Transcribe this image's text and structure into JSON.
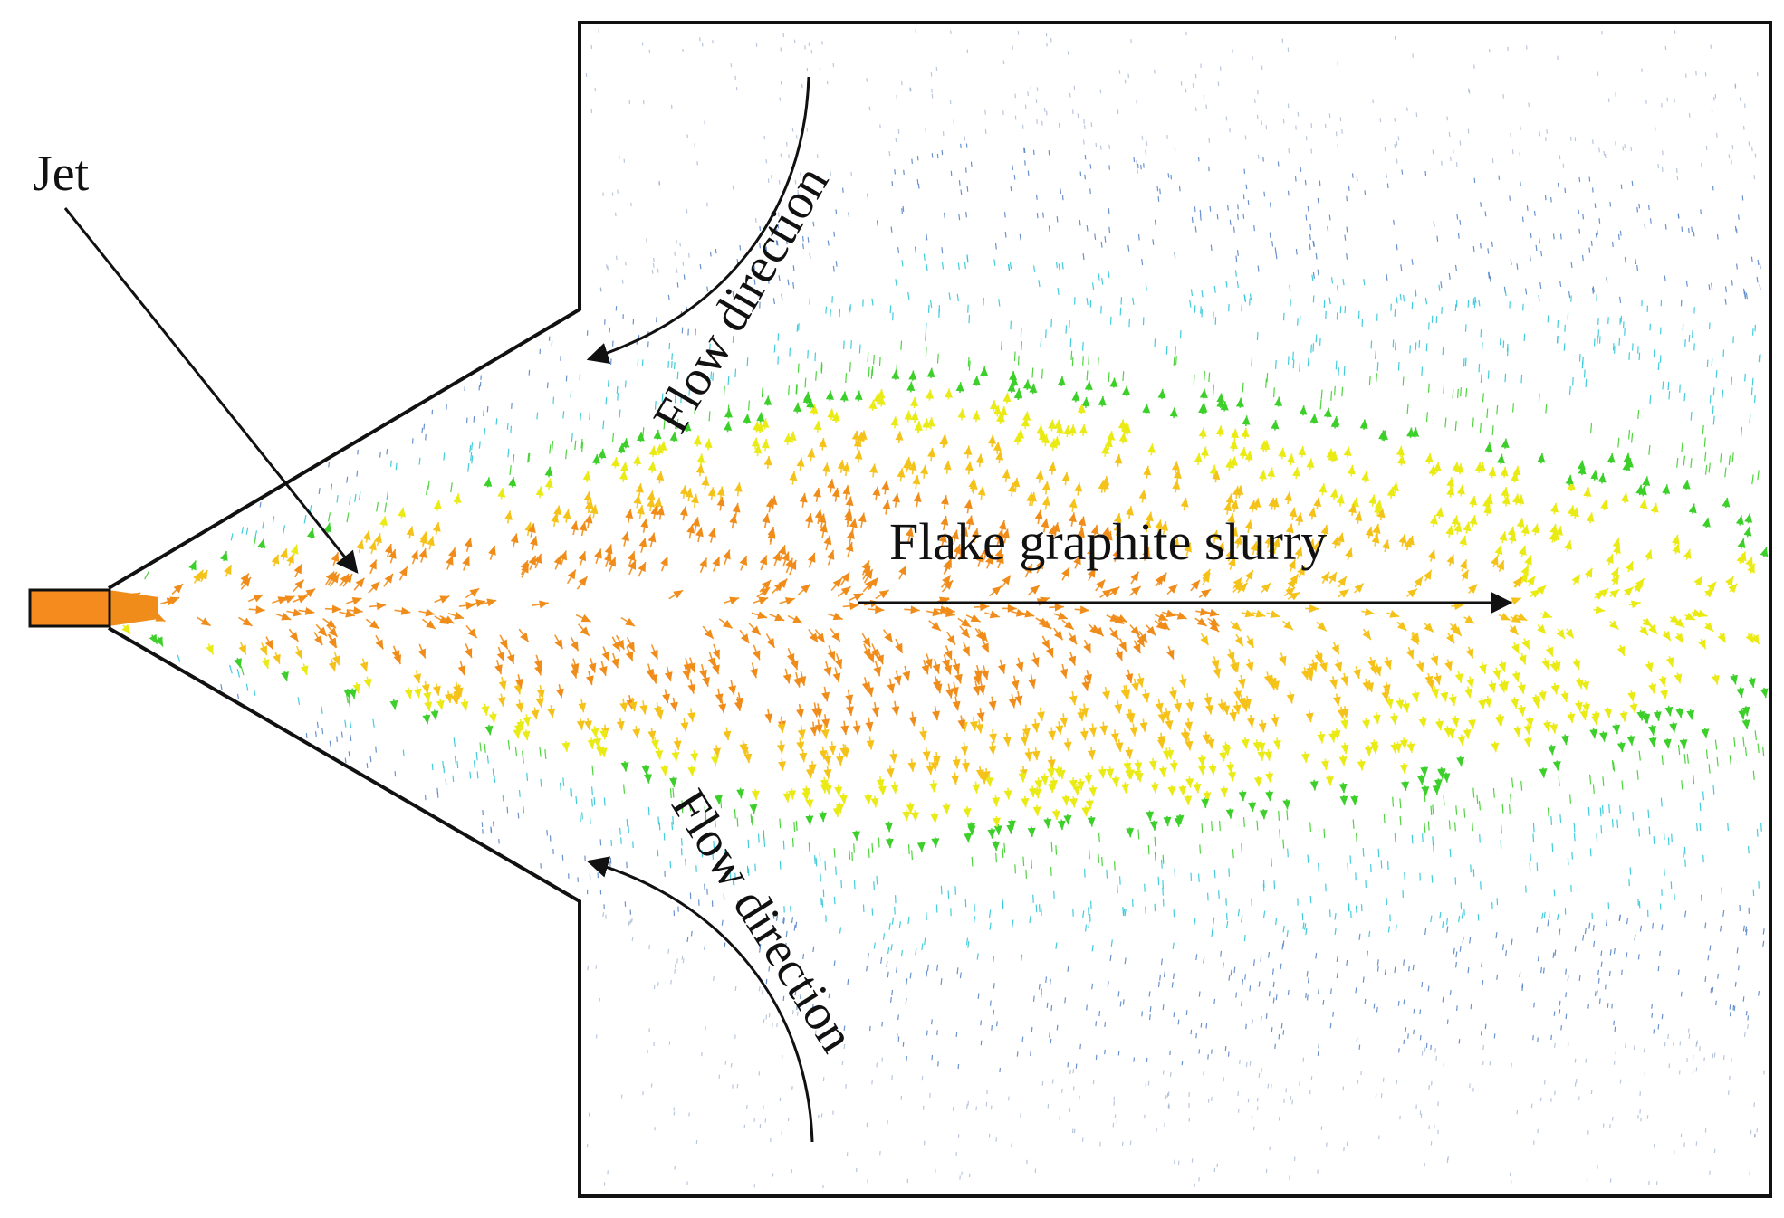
{
  "labels": {
    "jet": "Jet",
    "flow_top": "Flow direction",
    "flow_bottom": "Flow direction",
    "slurry": "Flake graphite slurry"
  },
  "colors": {
    "outline": "#111111",
    "nozzle": "#f58a1e",
    "core": "#f08c1a",
    "mid": "#f5c21a",
    "ring_yellow": "#eaea14",
    "ring_green": "#3ccf2a",
    "outer_cyan": "#2fc6d8",
    "far_blue": "#5a86c8",
    "wall_dots": "#8aa0c4"
  }
}
